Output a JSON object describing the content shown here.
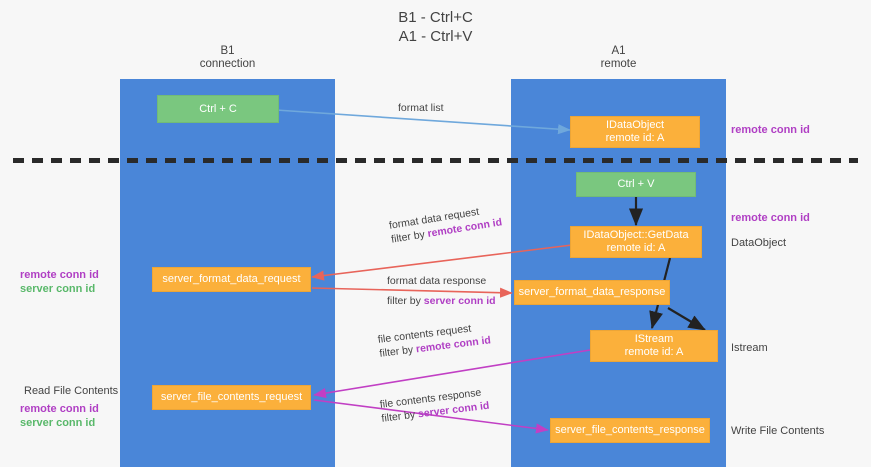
{
  "title": {
    "line1": "B1 - Ctrl+C",
    "line2": "A1 - Ctrl+V"
  },
  "columns": {
    "left": {
      "name": "B1",
      "role": "connection"
    },
    "right": {
      "name": "A1",
      "role": "remote"
    }
  },
  "nodes": {
    "ctrl_c": {
      "label": "Ctrl + C",
      "color": "#7ac77f"
    },
    "dataobject_remote": {
      "line1": "IDataObject",
      "line2": "remote id: A",
      "color": "#fbb03b"
    },
    "ctrl_v": {
      "label": "Ctrl + V",
      "color": "#7ac77f"
    },
    "getdata": {
      "line1": "IDataObject::GetData",
      "line2": "remote id: A",
      "color": "#fbb03b"
    },
    "server_format_data_request": {
      "label": "server_format_data_request",
      "color": "#fbb03b"
    },
    "server_format_data_response": {
      "label": "server_format_data_response",
      "color": "#fbb03b"
    },
    "istream": {
      "line1": "IStream",
      "line2": "remote id: A",
      "color": "#fbb03b"
    },
    "server_file_contents_request": {
      "label": "server_file_contents_request",
      "color": "#fbb03b"
    },
    "server_file_contents_response": {
      "label": "server_file_contents_response",
      "color": "#fbb03b"
    }
  },
  "edge_labels": {
    "format_list": "format list",
    "format_data_request": "format data request",
    "format_data_request_filter_prefix": "filter by ",
    "format_data_request_filter_key": "remote conn id",
    "format_data_response": "format data response",
    "format_data_response_filter_prefix": "filter by ",
    "format_data_response_filter_key": "server conn id",
    "file_contents_request": "file contents request",
    "file_contents_request_filter_prefix": "filter by ",
    "file_contents_request_filter_key": "remote conn id",
    "file_contents_response": "file contents response",
    "file_contents_response_filter_prefix": "filter by ",
    "file_contents_response_filter_key": "server conn id"
  },
  "right_labels": {
    "remote_conn_id_top": "remote conn id",
    "remote_conn_id_mid": "remote conn id",
    "dataobject": "DataObject",
    "istream": "Istream",
    "write_file_contents": "Write File Contents"
  },
  "left_labels": {
    "remote_conn_id_mid": "remote conn id",
    "server_conn_id_mid": "server conn id",
    "read_file_contents": "Read File Contents",
    "remote_conn_id_bottom": "remote conn id",
    "server_conn_id_bottom": "server conn id"
  },
  "colors": {
    "band": "#4a86d8",
    "green_node": "#7ac77f",
    "orange_node": "#fbb03b",
    "purple_text": "#b03fc4",
    "green_text": "#59b86a",
    "red_arrow": "#e8645a",
    "magenta_arrow": "#c13fc4",
    "blue_arrow": "#6fa8dc",
    "dark_arrow": "#222222",
    "background": "#f7f7f7"
  }
}
